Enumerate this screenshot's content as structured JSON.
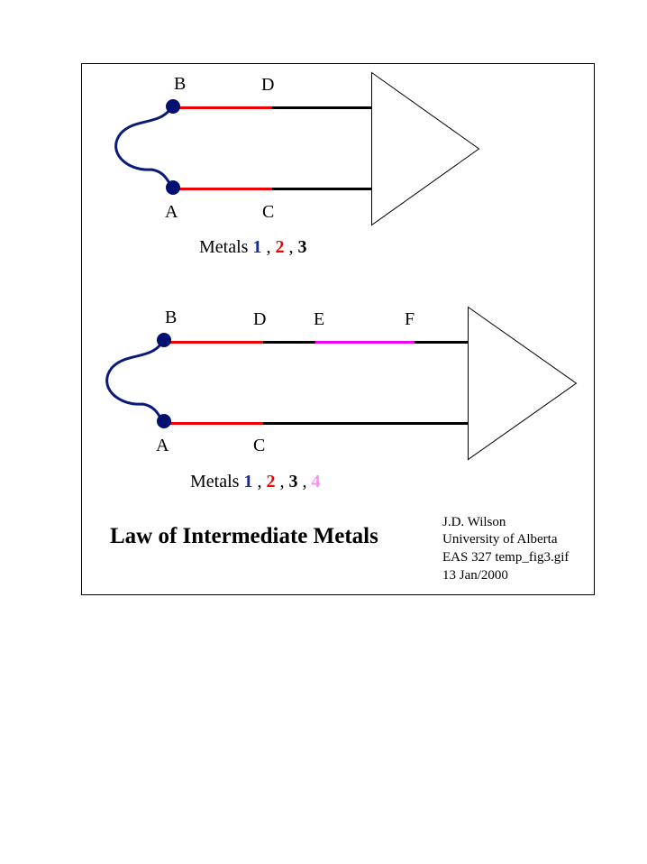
{
  "title": "Law of Intermediate Metals",
  "credits": [
    "J.D. Wilson",
    "University of Alberta",
    "EAS 327 temp_fig3.gif",
    "13 Jan/2000"
  ],
  "colors": {
    "metal1": "#0a1a7a",
    "metal2": "#ee0000",
    "metal3": "#000000",
    "metal4": "#ee00ee",
    "metal4_label": "#ff88ff",
    "junction_dot": "#001070"
  },
  "diagram1": {
    "labels": {
      "B": "B",
      "A": "A",
      "D": "D",
      "C": "C"
    },
    "metals": {
      "prefix": "Metals",
      "m1": "1",
      "m2": "2",
      "m3": "3",
      "sep": ","
    }
  },
  "diagram2": {
    "labels": {
      "B": "B",
      "A": "A",
      "D": "D",
      "C": "C",
      "E": "E",
      "F": "F"
    },
    "metals": {
      "prefix": "Metals",
      "m1": "1",
      "m2": "2",
      "m3": "3",
      "m4": "4",
      "sep": ","
    }
  }
}
